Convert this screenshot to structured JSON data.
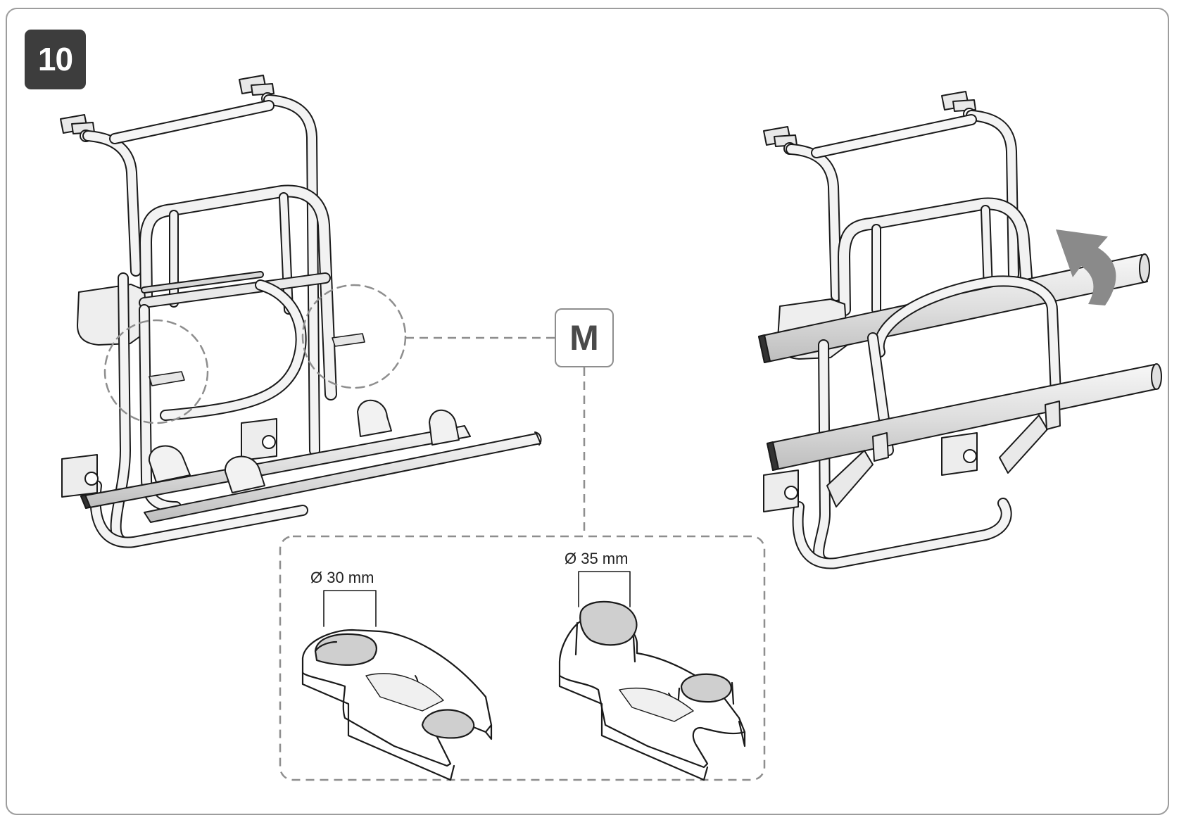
{
  "step": {
    "number": "10"
  },
  "callout": {
    "label": "M"
  },
  "dimensions": [
    {
      "label": "Ø 30 mm"
    },
    {
      "label": "Ø 35 mm"
    }
  ],
  "colors": {
    "frame": "#9d9d9d",
    "badge_bg": "#3d3d3d",
    "badge_text": "#ffffff",
    "line": "#1a1a1a",
    "dashed": "#8e8e8e",
    "metal_light": "#f4f4f4",
    "metal_shade": "#d0d0d0",
    "arrow": "#8a8a8a"
  },
  "icons": {
    "lift_direction": "curved-arrow-up-icon",
    "rack_folded": "bike-rack-lowered-illustration",
    "rack_raised": "bike-rack-raised-illustration",
    "holder_small": "frame-holder-30mm-illustration",
    "holder_large": "frame-holder-35mm-illustration"
  }
}
